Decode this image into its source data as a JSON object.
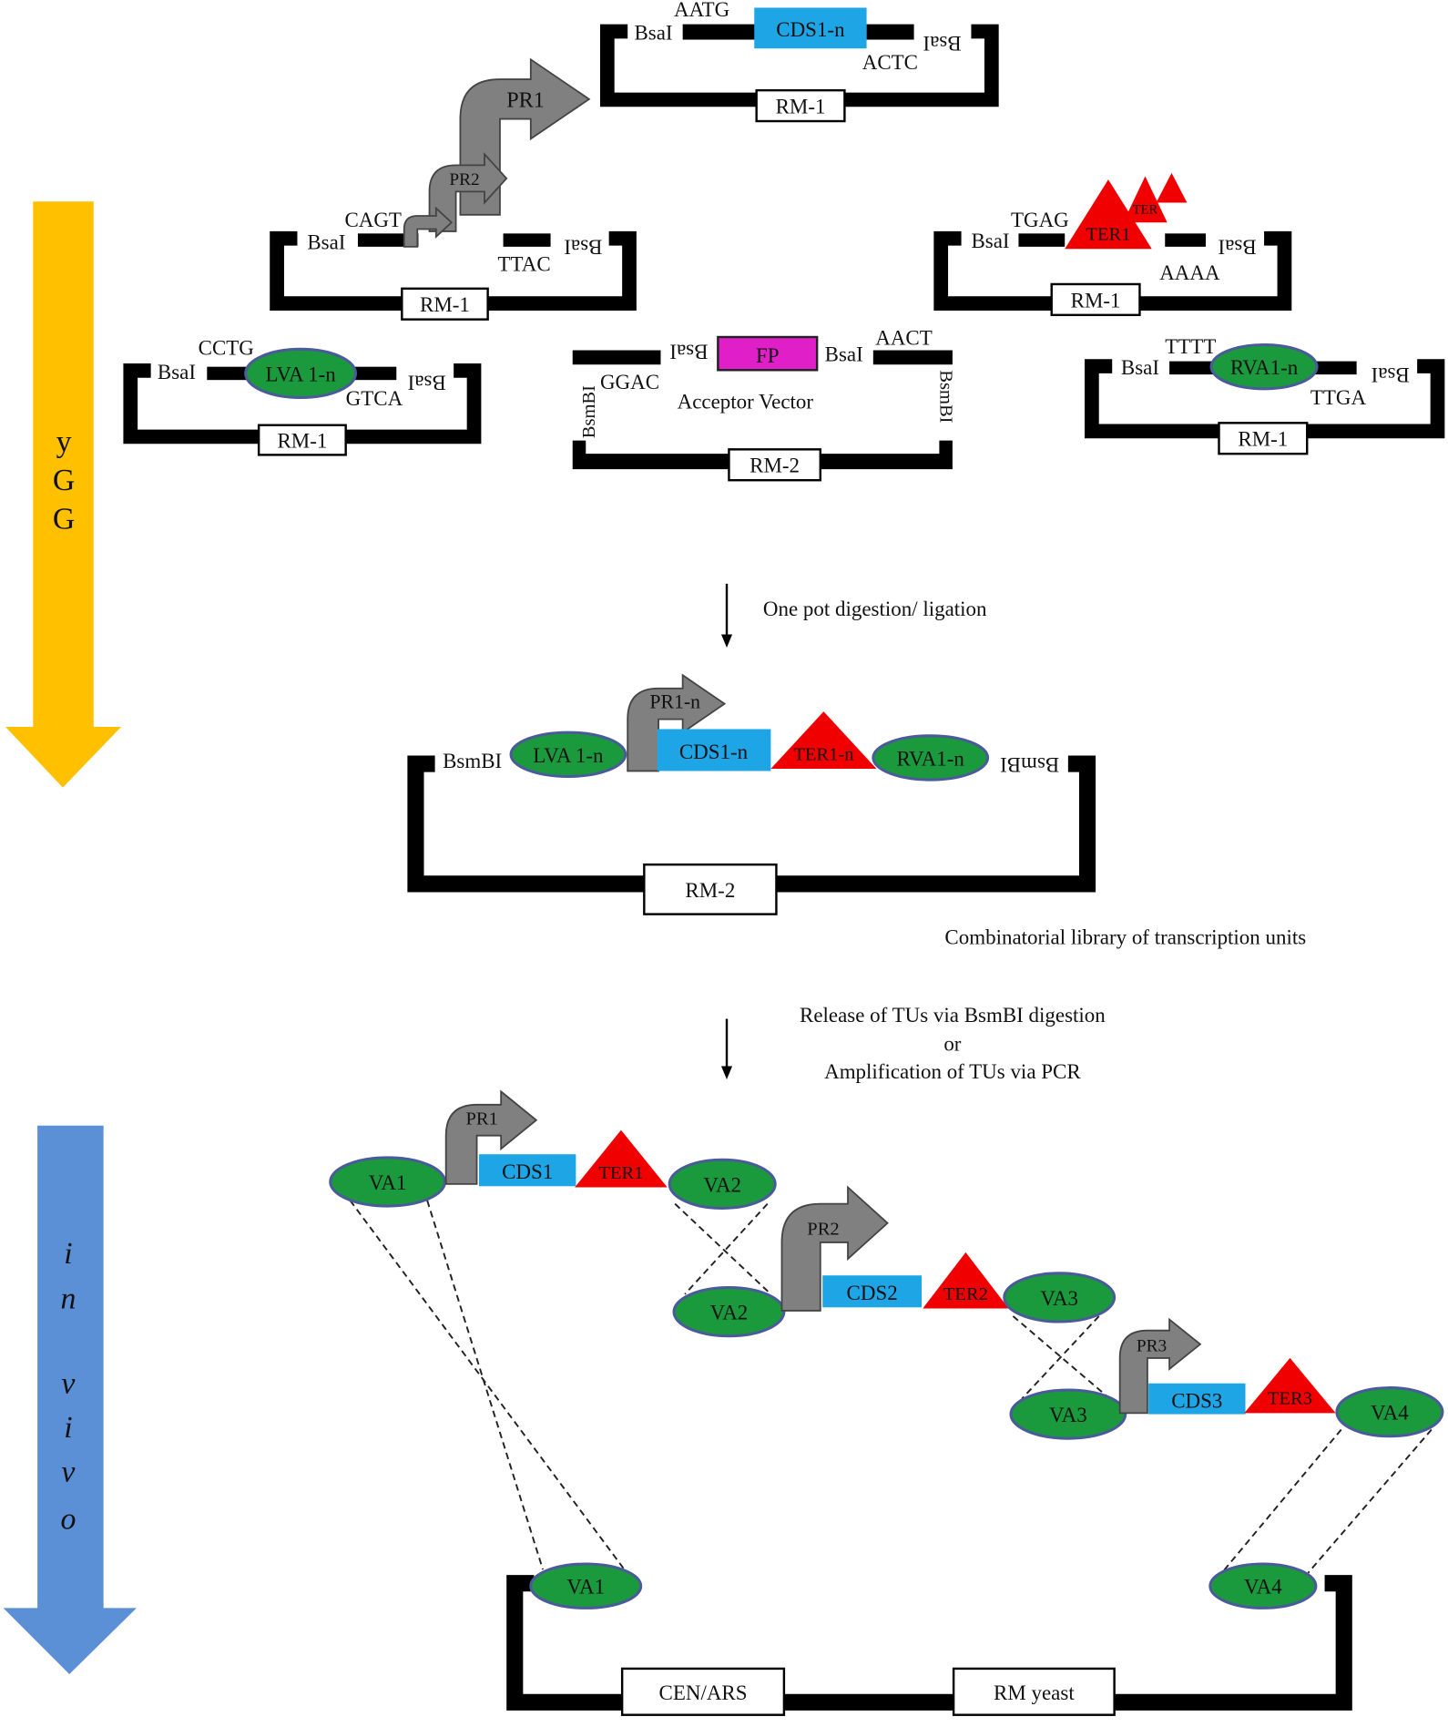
{
  "colors": {
    "yellow_arrow": "#ffc000",
    "blue_arrow": "#5b8fd6",
    "cds": "#1ea5e6",
    "fp": "#e01fc8",
    "ter": "#f00000",
    "va": "#1a9a3c",
    "va_border": "#4a5a9a",
    "promoter": "#808080",
    "backbone": "#000000"
  },
  "phases": {
    "top_letters": [
      "y",
      "G",
      "G"
    ],
    "bottom_letters": [
      "i",
      "n",
      "v",
      "i",
      "v",
      "o"
    ]
  },
  "modules": {
    "cds": {
      "part": "CDS1-n",
      "overhang_left": "AATG",
      "overhang_right": "ACTC",
      "site_left": "BsaI",
      "site_right": "BsaI",
      "marker": "RM-1"
    },
    "promoter": {
      "parts": [
        "PR1",
        "PR2"
      ],
      "overhang_left": "CAGT",
      "overhang_right": "TTAC",
      "site_left": "BsaI",
      "site_right": "BsaI",
      "marker": "RM-1"
    },
    "terminator": {
      "parts": [
        "TER1",
        "TER"
      ],
      "overhang_left": "TGAG",
      "overhang_right": "AAAA",
      "site_left": "BsaI",
      "site_right": "BsaI",
      "marker": "RM-1"
    },
    "lva": {
      "part": "LVA 1-n",
      "overhang_left": "CCTG",
      "overhang_right": "GTCA",
      "site_left": "BsaI",
      "site_right": "BsaI",
      "marker": "RM-1"
    },
    "acceptor": {
      "title": "Acceptor Vector",
      "part": "FP",
      "overhang_left": "GGAC",
      "overhang_right": "AACT",
      "site_inner_left": "BsaI",
      "site_inner_right": "BsaI",
      "site_outer_left": "BsmBI",
      "site_outer_right": "BsmBI",
      "marker": "RM-2"
    },
    "rva": {
      "part": "RVA1-n",
      "overhang_left": "TTTT",
      "overhang_right": "TTGA",
      "site_left": "BsaI",
      "site_right": "BsaI",
      "marker": "RM-1"
    }
  },
  "step1": "One pot digestion/ ligation",
  "assembled": {
    "site_left": "BsmBI",
    "site_right": "BsmBI",
    "lva": "LVA 1-n",
    "promoter": "PR1-n",
    "cds": "CDS1-n",
    "ter": "TER1-n",
    "rva": "RVA1-n",
    "marker": "RM-2"
  },
  "library_caption": "Combinatorial library of transcription units",
  "step2": [
    "Release of TUs via BsmBI digestion",
    "or",
    "Amplification of TUs via PCR"
  ],
  "tus": [
    {
      "va_left": "VA1",
      "promoter": "PR1",
      "cds": "CDS1",
      "ter": "TER1",
      "va_right": "VA2"
    },
    {
      "va_left": "VA2",
      "promoter": "PR2",
      "cds": "CDS2",
      "ter": "TER2",
      "va_right": "VA3"
    },
    {
      "va_left": "VA3",
      "promoter": "PR3",
      "cds": "CDS3",
      "ter": "TER3",
      "va_right": "VA4"
    }
  ],
  "yeast_vector": {
    "va_left": "VA1",
    "va_right": "VA4",
    "markers": [
      "CEN/ARS",
      "RM yeast"
    ]
  }
}
